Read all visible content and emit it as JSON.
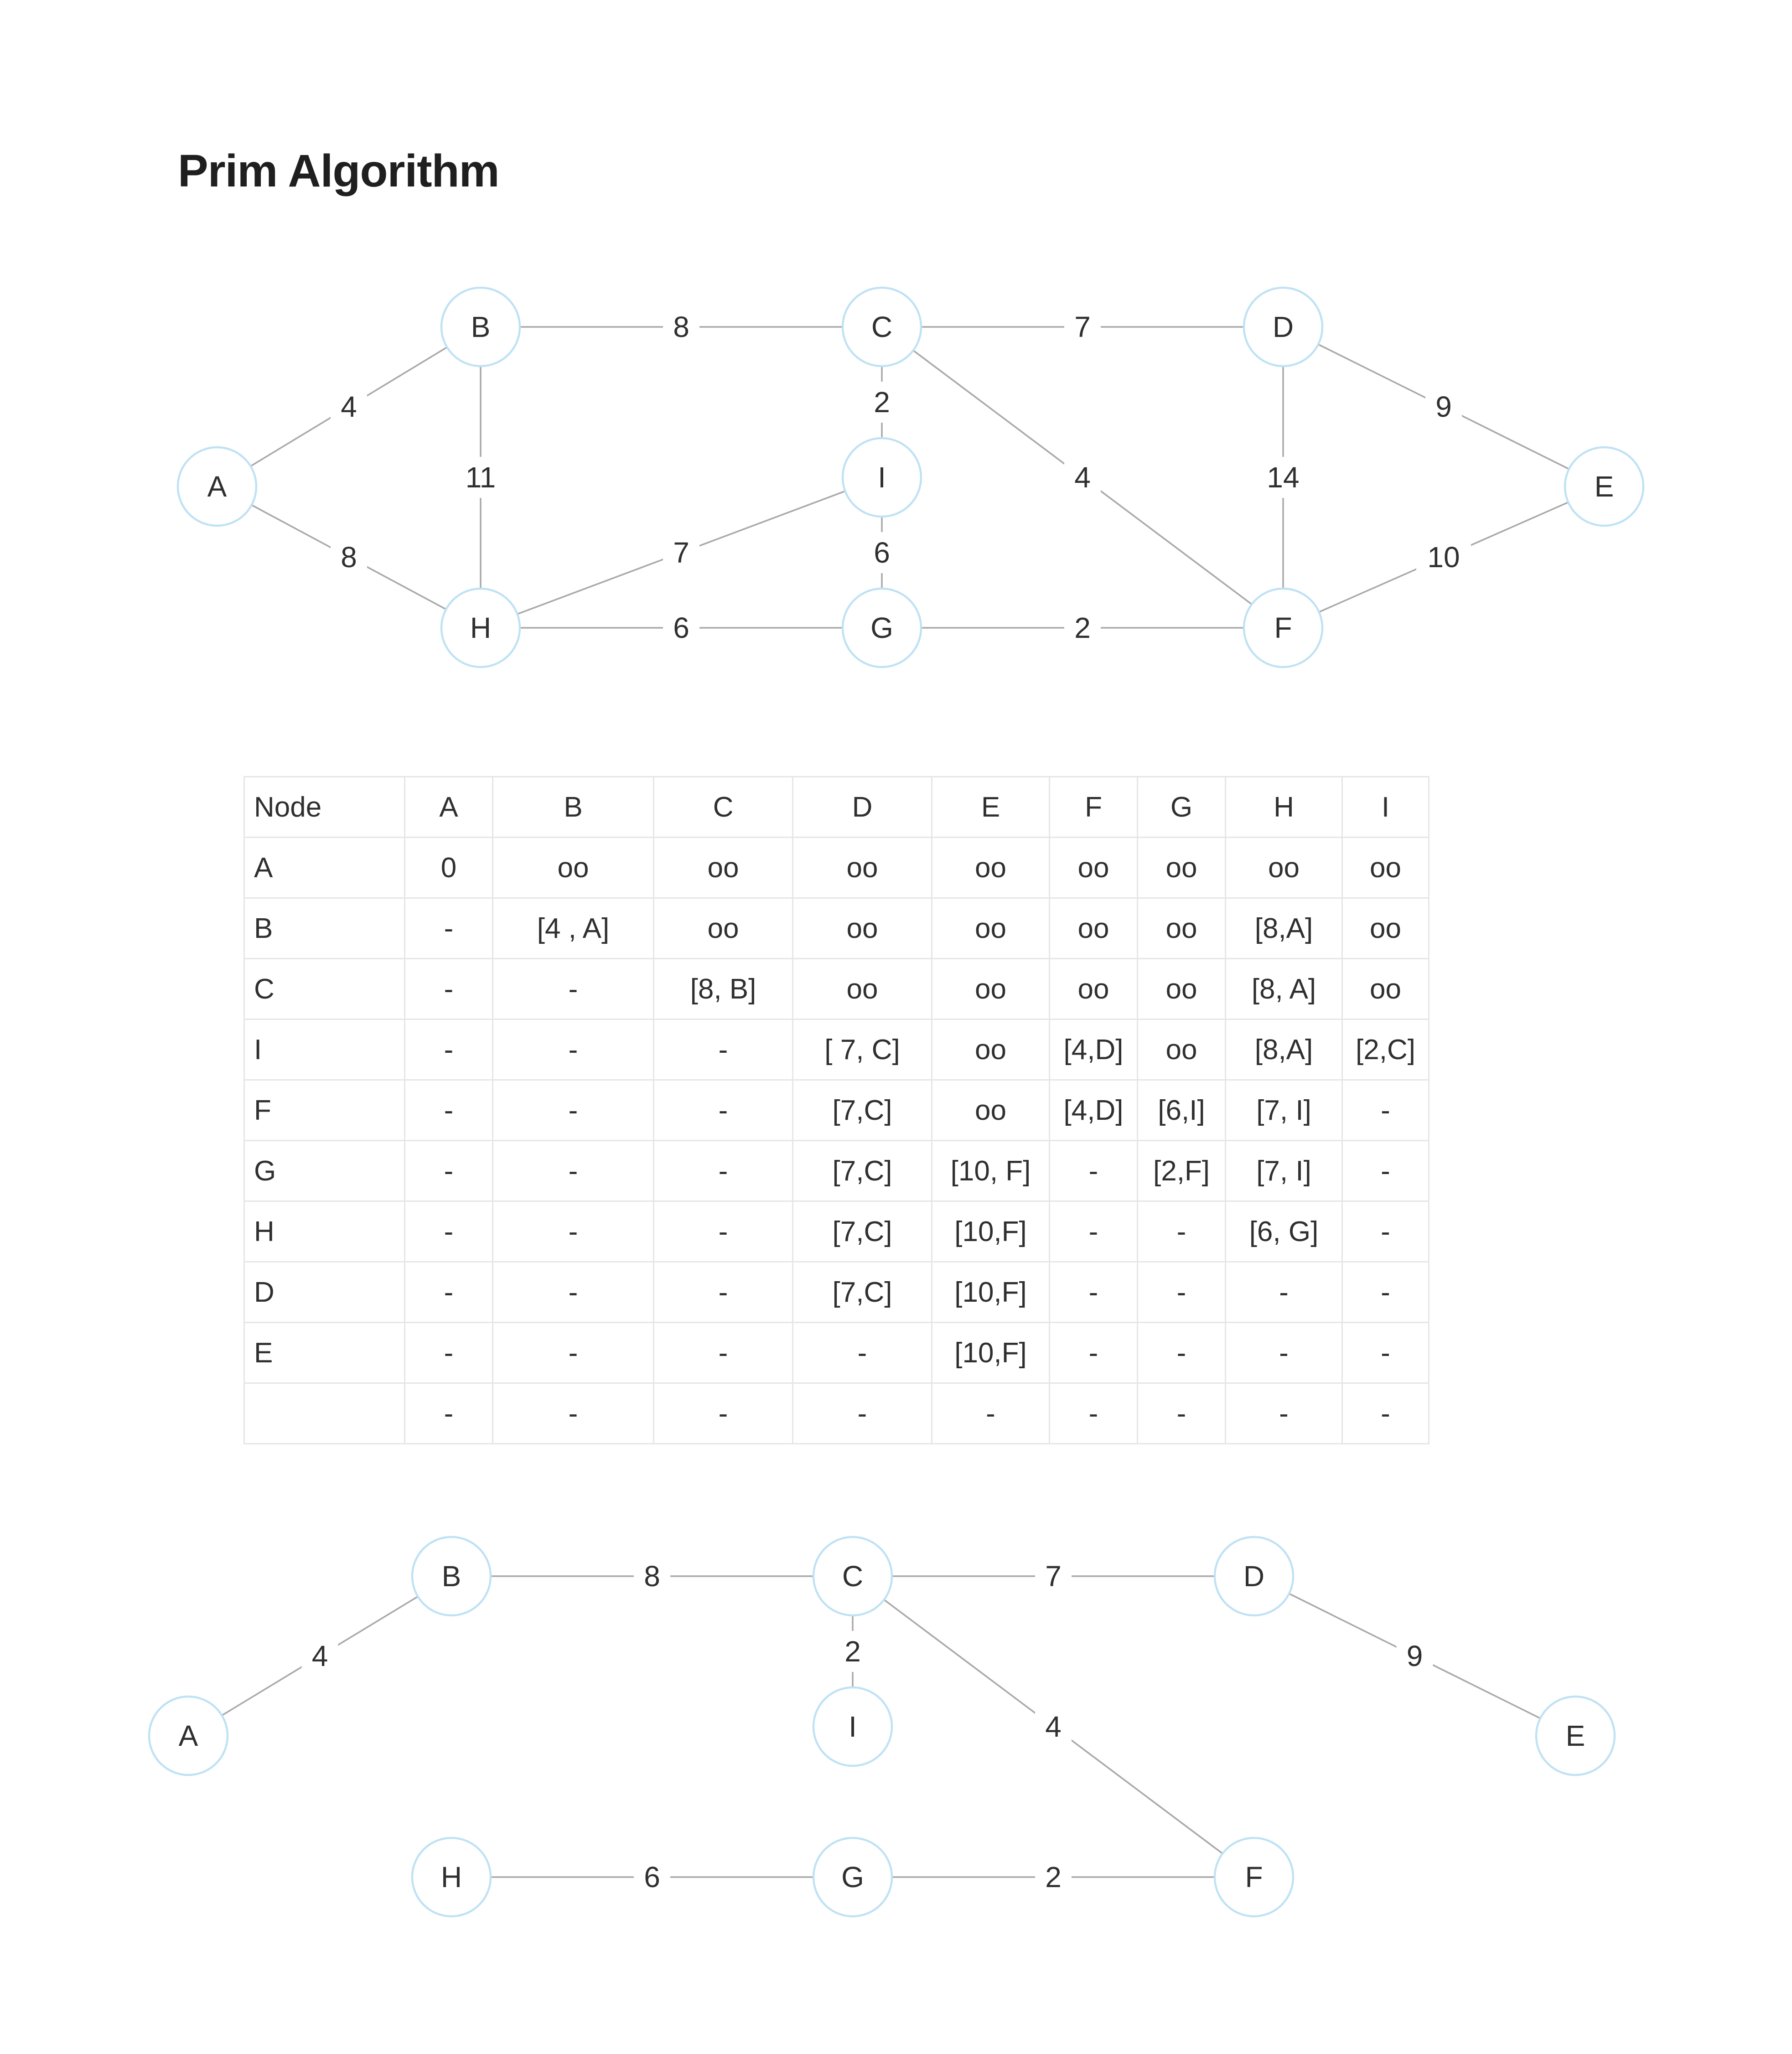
{
  "title": "Prim Algorithm",
  "colors": {
    "node_stroke": "#bfe2f4",
    "edge_stroke": "#a9a9a9",
    "text": "#2f2f2f",
    "table_border": "#e6e6e6"
  },
  "graph_full": {
    "nodes": [
      {
        "id": "A",
        "label": "A"
      },
      {
        "id": "B",
        "label": "B"
      },
      {
        "id": "C",
        "label": "C"
      },
      {
        "id": "D",
        "label": "D"
      },
      {
        "id": "E",
        "label": "E"
      },
      {
        "id": "F",
        "label": "F"
      },
      {
        "id": "G",
        "label": "G"
      },
      {
        "id": "H",
        "label": "H"
      },
      {
        "id": "I",
        "label": "I"
      }
    ],
    "edges": [
      {
        "from": "A",
        "to": "B",
        "weight": "4"
      },
      {
        "from": "A",
        "to": "H",
        "weight": "8"
      },
      {
        "from": "B",
        "to": "C",
        "weight": "8"
      },
      {
        "from": "B",
        "to": "H",
        "weight": "11"
      },
      {
        "from": "C",
        "to": "D",
        "weight": "7"
      },
      {
        "from": "C",
        "to": "I",
        "weight": "2"
      },
      {
        "from": "C",
        "to": "F",
        "weight": "4"
      },
      {
        "from": "D",
        "to": "E",
        "weight": "9"
      },
      {
        "from": "D",
        "to": "F",
        "weight": "14"
      },
      {
        "from": "E",
        "to": "F",
        "weight": "10"
      },
      {
        "from": "H",
        "to": "I",
        "weight": "7"
      },
      {
        "from": "I",
        "to": "G",
        "weight": "6"
      },
      {
        "from": "H",
        "to": "G",
        "weight": "6"
      },
      {
        "from": "G",
        "to": "F",
        "weight": "2"
      }
    ]
  },
  "table": {
    "headers": [
      "Node",
      "A",
      "B",
      "C",
      "D",
      "E",
      "F",
      "G",
      "H",
      "I"
    ],
    "rows": [
      [
        "A",
        "0",
        "oo",
        "oo",
        "oo",
        "oo",
        "oo",
        "oo",
        "oo",
        "oo"
      ],
      [
        "B",
        "-",
        "[4 , A]",
        "oo",
        "oo",
        "oo",
        "oo",
        "oo",
        "[8,A]",
        "oo"
      ],
      [
        "C",
        "-",
        "-",
        "[8, B]",
        "oo",
        "oo",
        "oo",
        "oo",
        "[8, A]",
        "oo"
      ],
      [
        "I",
        "-",
        "-",
        "-",
        "[ 7, C]",
        "oo",
        "[4,D]",
        "oo",
        "[8,A]",
        "[2,C]"
      ],
      [
        "F",
        "-",
        "-",
        "-",
        "[7,C]",
        "oo",
        "[4,D]",
        "[6,I]",
        "[7, I]",
        "-"
      ],
      [
        "G",
        "-",
        "-",
        "-",
        "[7,C]",
        "[10, F]",
        "-",
        "[2,F]",
        "[7, I]",
        "-"
      ],
      [
        "H",
        "-",
        "-",
        "-",
        "[7,C]",
        "[10,F]",
        "-",
        "-",
        "[6, G]",
        "-"
      ],
      [
        "D",
        "-",
        "-",
        "-",
        "[7,C]",
        "[10,F]",
        "-",
        "-",
        "-",
        "-"
      ],
      [
        "E",
        "-",
        "-",
        "-",
        "-",
        "[10,F]",
        "-",
        "-",
        "-",
        "-"
      ],
      [
        "",
        "-",
        "-",
        "-",
        "-",
        "-",
        "-",
        "-",
        "-",
        "-"
      ]
    ]
  },
  "graph_mst": {
    "nodes": [
      {
        "id": "A",
        "label": "A"
      },
      {
        "id": "B",
        "label": "B"
      },
      {
        "id": "C",
        "label": "C"
      },
      {
        "id": "D",
        "label": "D"
      },
      {
        "id": "E",
        "label": "E"
      },
      {
        "id": "F",
        "label": "F"
      },
      {
        "id": "G",
        "label": "G"
      },
      {
        "id": "H",
        "label": "H"
      },
      {
        "id": "I",
        "label": "I"
      }
    ],
    "edges": [
      {
        "from": "A",
        "to": "B",
        "weight": "4"
      },
      {
        "from": "B",
        "to": "C",
        "weight": "8"
      },
      {
        "from": "C",
        "to": "D",
        "weight": "7"
      },
      {
        "from": "C",
        "to": "I",
        "weight": "2"
      },
      {
        "from": "C",
        "to": "F",
        "weight": "4"
      },
      {
        "from": "D",
        "to": "E",
        "weight": "9"
      },
      {
        "from": "H",
        "to": "G",
        "weight": "6"
      },
      {
        "from": "G",
        "to": "F",
        "weight": "2"
      }
    ]
  }
}
